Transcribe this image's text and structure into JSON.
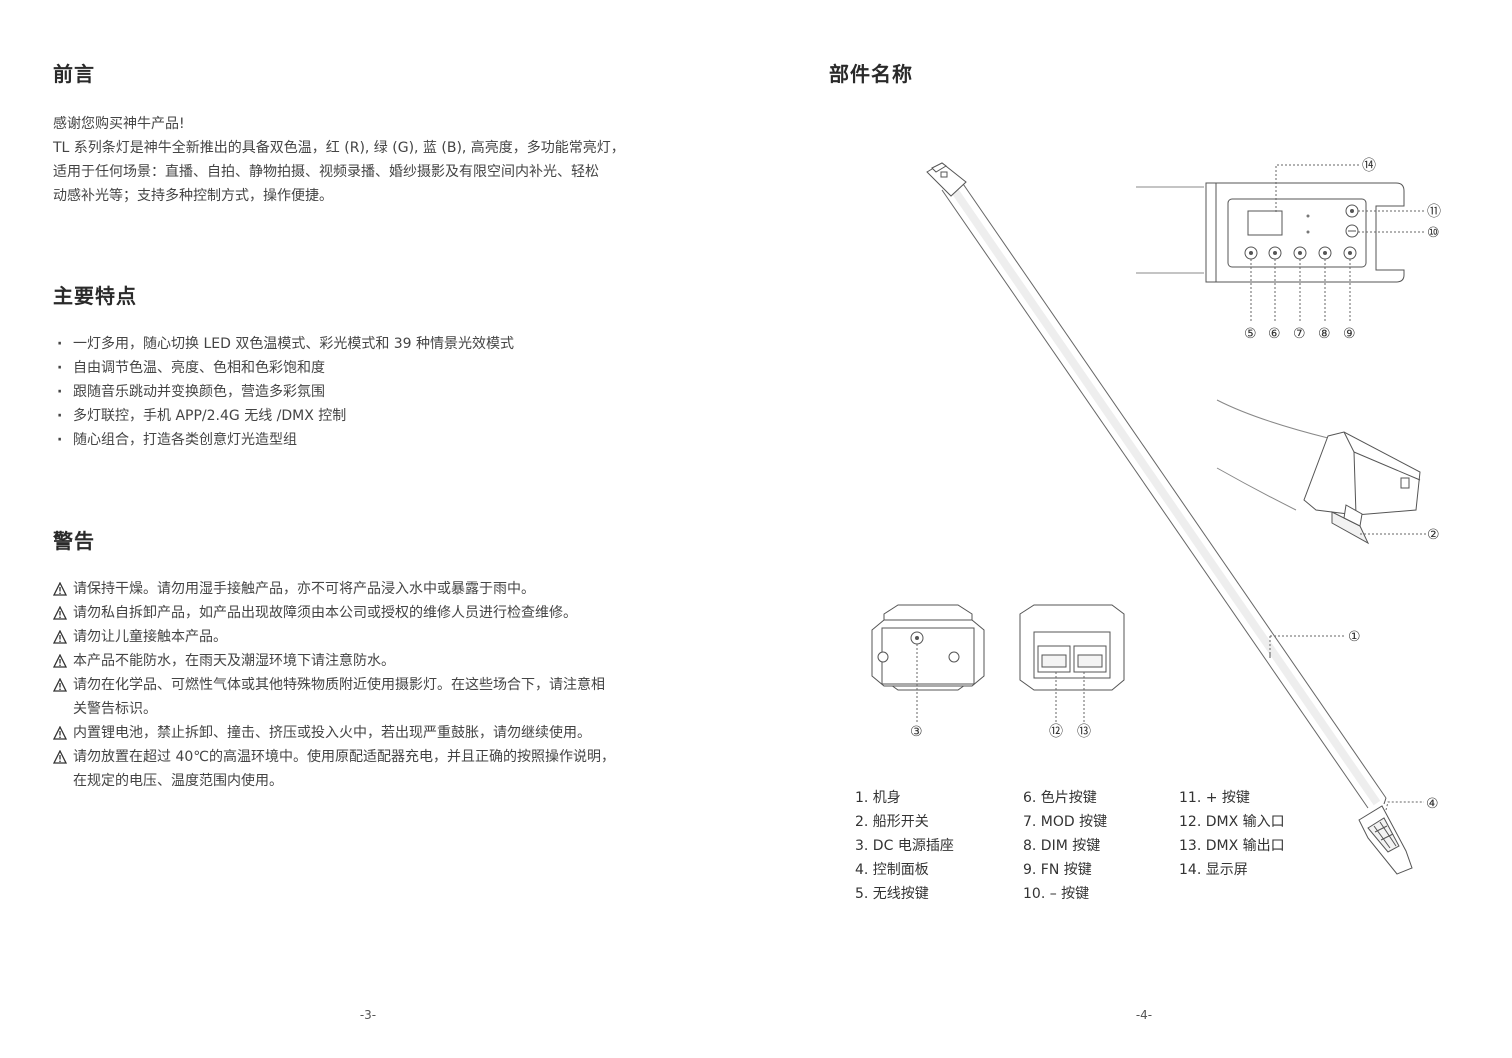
{
  "left": {
    "foreword": {
      "title": "前言",
      "lines": [
        "感谢您购买神牛产品!",
        "TL 系列条灯是神牛全新推出的具备双色温，红 (R), 绿 (G), 蓝 (B), 高亮度，多功能常亮灯，",
        "适用于任何场景：直播、自拍、静物拍摄、视频录播、婚纱摄影及有限空间内补光、轻松",
        "动感补光等；支持多种控制方式，操作便捷。"
      ]
    },
    "features": {
      "title": "主要特点",
      "items": [
        "一灯多用，随心切换 LED 双色温模式、彩光模式和 39 种情景光效模式",
        "自由调节色温、亮度、色相和色彩饱和度",
        "跟随音乐跳动并变换颜色，营造多彩氛围",
        "多灯联控，手机 APP/2.4G 无线 /DMX 控制",
        "随心组合，打造各类创意灯光造型组"
      ]
    },
    "warnings": {
      "title": "警告",
      "items": [
        [
          "请保持干燥。请勿用湿手接触产品，亦不可将产品浸入水中或暴露于雨中。"
        ],
        [
          "请勿私自拆卸产品，如产品出现故障须由本公司或授权的维修人员进行检查维修。"
        ],
        [
          "请勿让儿童接触本产品。"
        ],
        [
          "本产品不能防水，在雨天及潮湿环境下请注意防水。"
        ],
        [
          "请勿在化学品、可燃性气体或其他特殊物质附近使用摄影灯。在这些场合下，请注意相",
          "关警告标识。"
        ],
        [
          "内置锂电池，禁止拆卸、撞击、挤压或投入火中，若出现严重鼓胀，请勿继续使用。"
        ],
        [
          "请勿放置在超过 40℃的高温环境中。使用原配适配器充电，并且正确的按照操作说明，",
          "在规定的电压、温度范围内使用。"
        ]
      ]
    },
    "page_number": "-3-"
  },
  "right": {
    "title": "部件名称",
    "callouts": {
      "c1": "①",
      "c2": "②",
      "c3": "③",
      "c4": "④",
      "c5": "⑤",
      "c6": "⑥",
      "c7": "⑦",
      "c8": "⑧",
      "c9": "⑨",
      "c10": "⑩",
      "c11": "⑪",
      "c12": "⑫",
      "c13": "⑬",
      "c14": "⑭"
    },
    "parts_col1": [
      "1. 机身",
      "2. 船形开关",
      "3. DC 电源插座",
      "4. 控制面板",
      "5. 无线按键"
    ],
    "parts_col2": [
      "6. 色片按键",
      "7. MOD  按键",
      "8. DIM  按键",
      "9. FN  按键",
      "10. – 按键"
    ],
    "parts_col3": [
      "11. +  按键",
      "12. DMX  输入口",
      "13. DMX  输出口",
      "14. 显示屏"
    ],
    "page_number": "-4-"
  }
}
